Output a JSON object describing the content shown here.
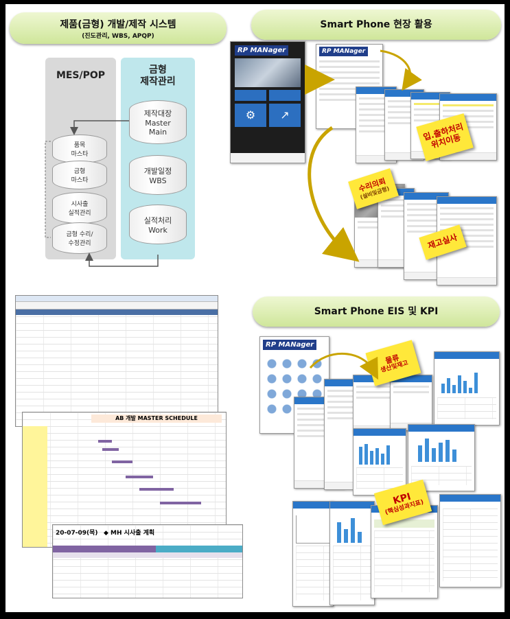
{
  "top_left": {
    "title": "제품(금형) 개발/제작 시스템",
    "subtitle": "(진도관리, WBS, APQP)",
    "mes_header": "MES/POP",
    "mold_header_line1": "금형",
    "mold_header_line2": "제작관리",
    "mes_db": [
      {
        "line1": "품목",
        "line2": "마스타"
      },
      {
        "line1": "금형",
        "line2": "마스타"
      },
      {
        "line1": "시사출",
        "line2": "실적관리"
      },
      {
        "line1": "금형 수리/",
        "line2": "수정관리"
      }
    ],
    "mold_db": [
      {
        "line1": "제작대장",
        "line2": "Master",
        "line3": "Main"
      },
      {
        "line1": "개발일정",
        "line2": "WBS",
        "line3": ""
      },
      {
        "line1": "실적처리",
        "line2": "Work",
        "line3": ""
      }
    ]
  },
  "top_right": {
    "title": "Smart Phone  현장 활용",
    "logo": "RP MANager",
    "notes": [
      {
        "line1": "입.출하처리",
        "line2": "위치이동",
        "sub": ""
      },
      {
        "line1": "수리의뢰",
        "line2": "",
        "sub": "(설비및금형)"
      },
      {
        "line1": "재고실사",
        "line2": "",
        "sub": ""
      }
    ]
  },
  "bottom_left": {
    "schedule_title": "AB 개발 MASTER SCHEDULE",
    "trial_date": "20-07-09(목)",
    "trial_title": "◆ MH 시사출 계획"
  },
  "bottom_right": {
    "title": "Smart Phone  EIS 및 KPI",
    "logo": "RP MANager",
    "notes": [
      {
        "line1": "물류",
        "line2": "생산및재고"
      },
      {
        "line1": "KPI",
        "line2": "(핵심성과지표)"
      }
    ]
  },
  "colors": {
    "pill": "#cfe69a",
    "mes_panel": "#d9d9d9",
    "mold_panel": "#bfe7ec",
    "note": "#ffe83a",
    "note_text": "#c00000",
    "arrow": "#c9a400"
  }
}
